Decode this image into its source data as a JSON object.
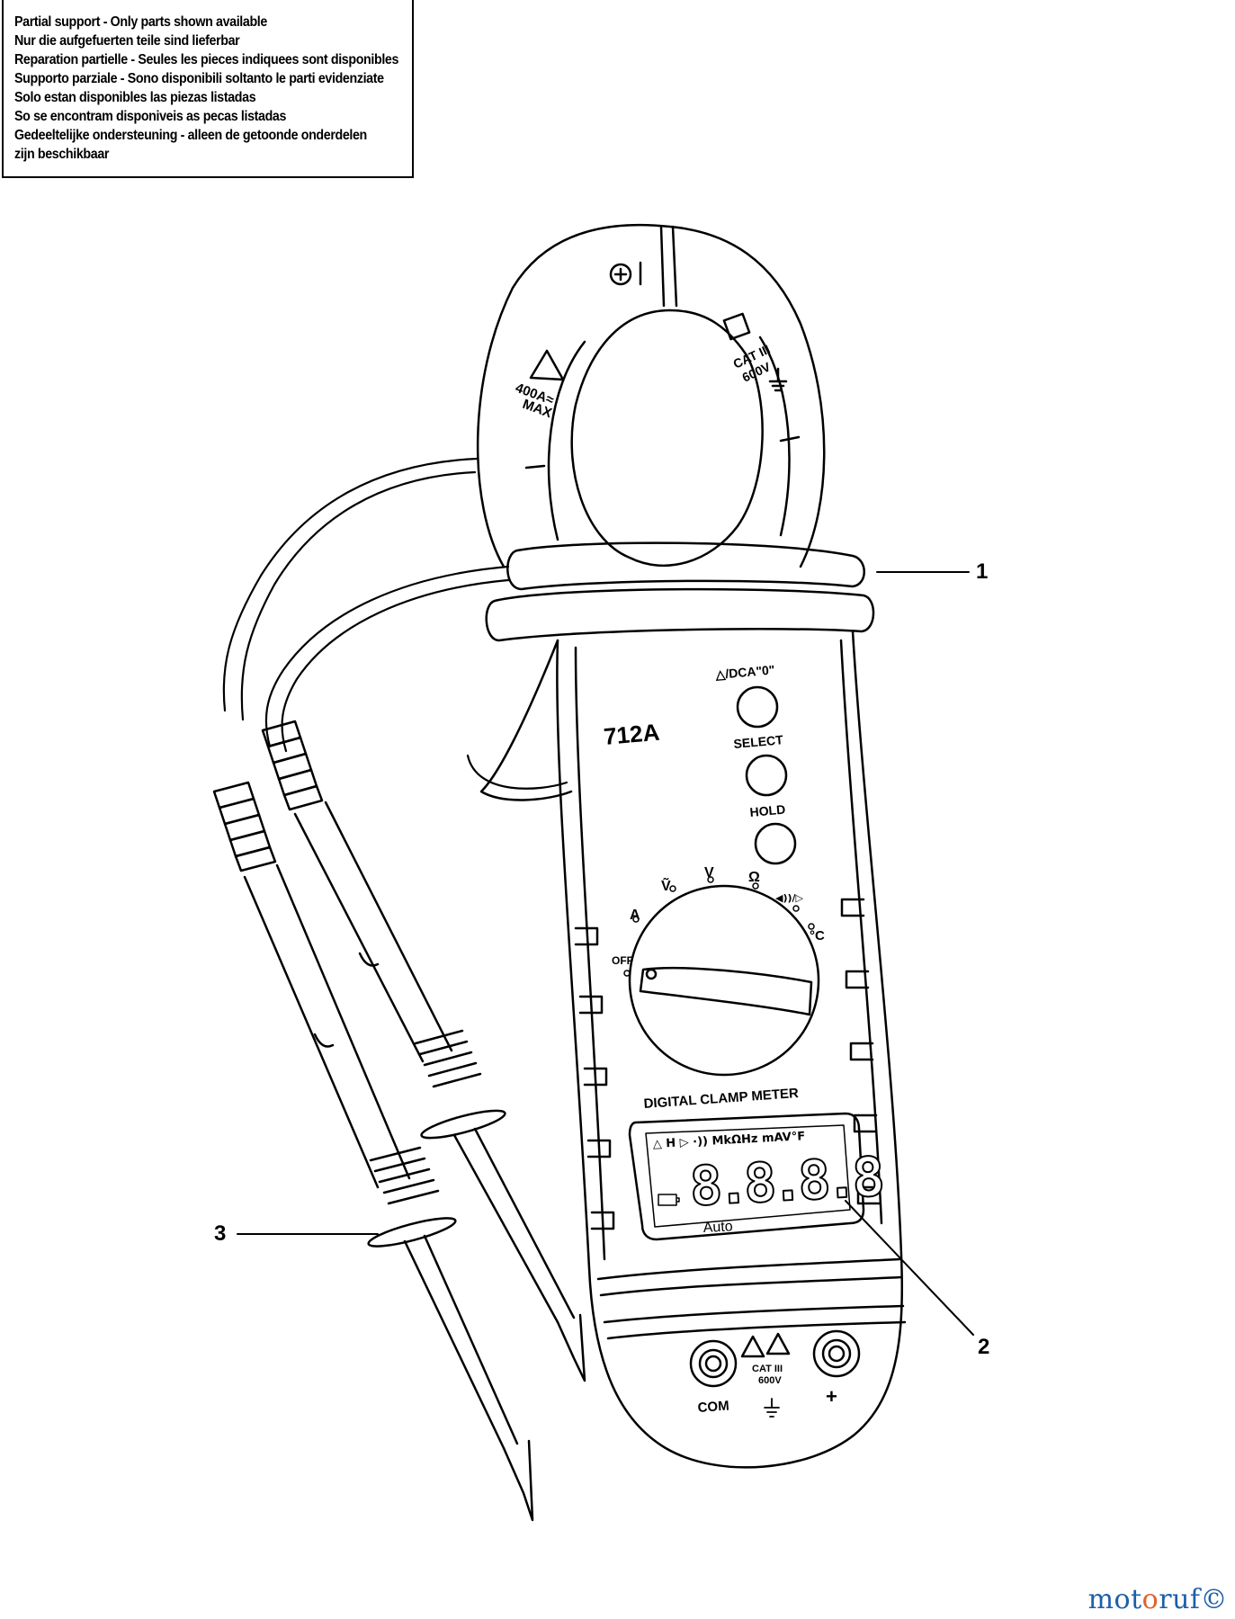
{
  "notice": {
    "lines": [
      "Partial support - Only parts shown available",
      "Nur die aufgefuerten teile sind lieferbar",
      "Reparation partielle - Seules les pieces indiquees sont disponibles",
      "Supporto parziale - Sono disponibili soltanto le parti evidenziate",
      "Solo estan disponibles las piezas listadas",
      "So se encontram disponiveis as pecas listadas",
      "Gedeeltelijke ondersteuning - alleen de getoonde onderdelen",
      "zijn beschikbaar"
    ]
  },
  "meter": {
    "model": "712A",
    "jaw_left_label_1": "400A≈",
    "jaw_left_label_2": "MAX",
    "jaw_right_label_1": "CAT III",
    "jaw_right_label_2": "600V",
    "button_top_label": "△/DCA\"0\"",
    "button_select_label": "SELECT",
    "button_hold_label": "HOLD",
    "dial": {
      "off": "OFF",
      "acv": "Ṽ",
      "dcv": "V",
      "aca": "A",
      "ohm": "Ω",
      "diode": "◀))/▷",
      "temp": "°C"
    },
    "brand_line": "DIGITAL CLAMP METER",
    "lcd_top_row": "△ H ▷ ·)) MkΩHz mAV°F",
    "lcd_digits": "8.8.8.8",
    "lcd_auto": "Auto",
    "jack_warning": "CAT III",
    "jack_voltage": "600V",
    "jack_com": "COM",
    "jack_plus": "+"
  },
  "callouts": {
    "c1": "1",
    "c2": "2",
    "c3": "3"
  },
  "watermark": {
    "text_a": "mot",
    "text_o": "o",
    "text_b": "ruf",
    "symbol": "©"
  },
  "colors": {
    "line": "#000000",
    "watermark_blue": "#1e5fa8",
    "watermark_orange": "#e2622a"
  }
}
